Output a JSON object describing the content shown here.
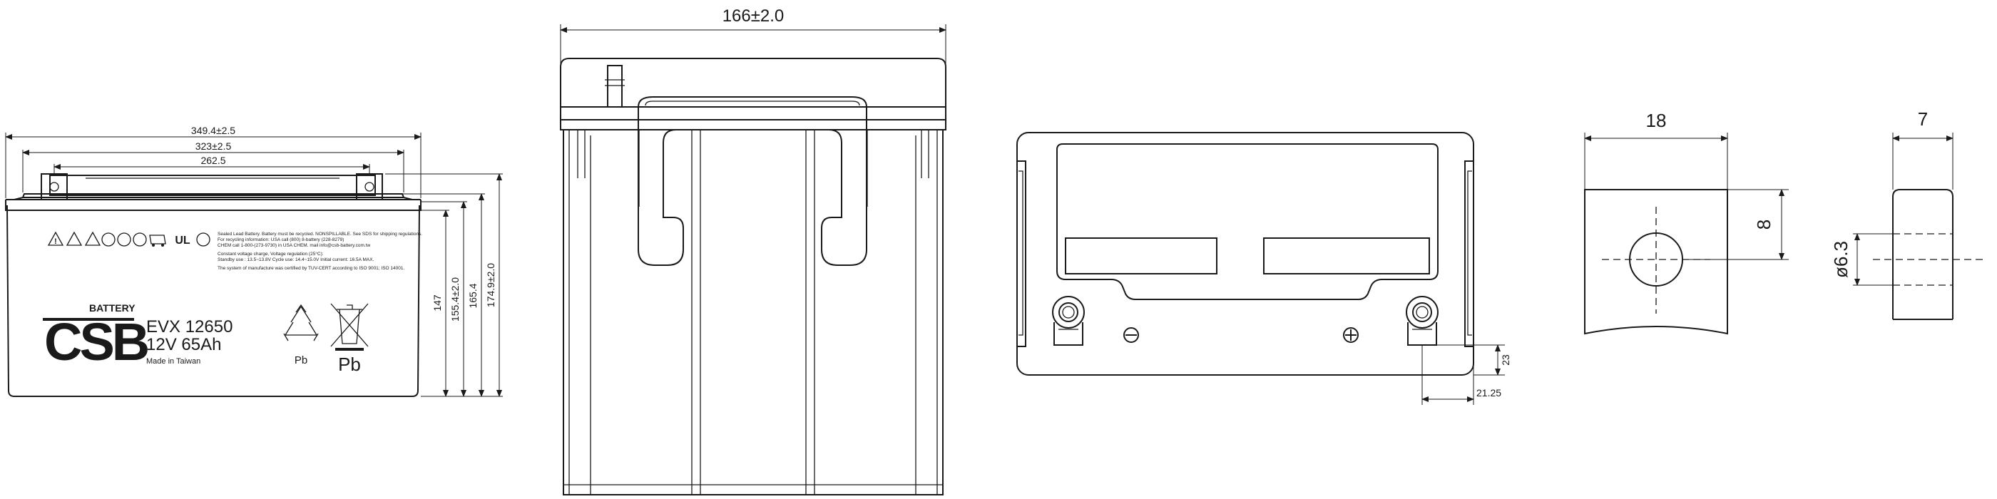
{
  "front_view": {
    "dims": {
      "total_length": "349.4±2.5",
      "length_2": "323±2.5",
      "length_3": "262.5",
      "height_1": "147",
      "height_2": "155.4±2.0",
      "height_3": "165.4",
      "total_height": "174.9±2.0"
    },
    "label": {
      "brand": "CSB",
      "battery": "BATTERY",
      "model": "EVX 12650",
      "rating": "12V 65Ah",
      "origin": "Made in Taiwan",
      "pb_small": "Pb",
      "pb_large": "Pb",
      "fine_print": [
        "Sealed Lead Battery. Battery must be recycled. NONSPILLABLE. See SDS for shipping regulations.",
        "For recycling information: USA call (800) 8-battery (228-8279)",
        "CHEM call 1-800-(273-9730) in USA  CHEM. mail info@csb-battery.com.tw",
        "Constant voltage charge, Voltage regulation (25°C):",
        "Standby use : 13.5~13.8V  Cycle use: 14.4~15.0V  Initial current: 16.5A MAX.",
        "The system of manufacture was certified by TUV-CERT according to ISO 9001; ISO 14001."
      ]
    }
  },
  "side_view": {
    "width": "166±2.0"
  },
  "top_view": {
    "terminal_h": "23",
    "terminal_w": "21.25"
  },
  "terminal_front": {
    "width": "18",
    "height": "8",
    "hole": "ø6.3"
  },
  "terminal_side": {
    "thickness": "7"
  }
}
